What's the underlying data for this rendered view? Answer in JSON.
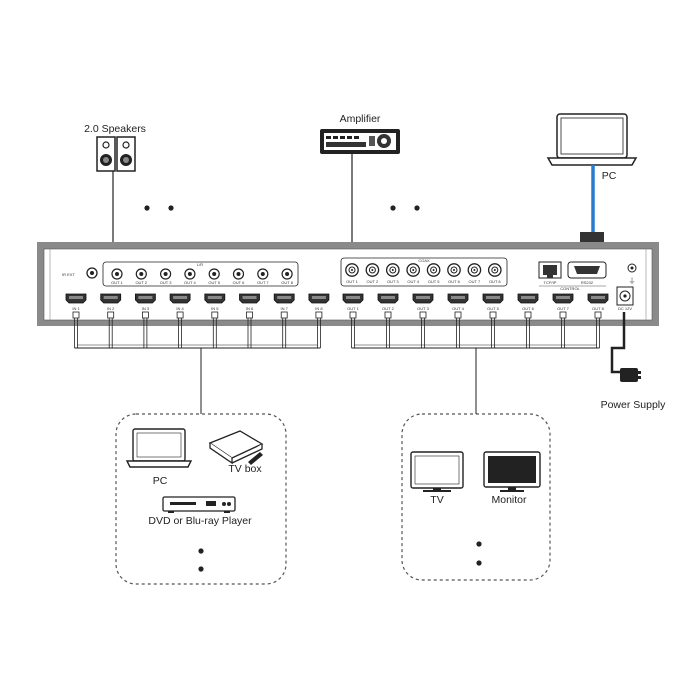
{
  "labels": {
    "speakers": "2.0 Speakers",
    "amplifier": "Amplifier",
    "pc_top": "PC",
    "power_supply": "Power Supply",
    "source_pc": "PC",
    "tv_box": "TV box",
    "player": "DVD or Blu-ray Player",
    "tv": "TV",
    "monitor": "Monitor"
  },
  "panel": {
    "ir_ext": "IR EXT",
    "lr_group": "L/R",
    "coax_group": "COAX",
    "tcp_ip": "TCP/IP",
    "rs232": "RS232",
    "control": "CONTROL",
    "dc": "DC 12V",
    "lr_outputs": [
      "OUT 1",
      "OUT 2",
      "OUT 3",
      "OUT 4",
      "OUT 5",
      "OUT 6",
      "OUT 7",
      "OUT 8"
    ],
    "coax_outputs": [
      "OUT 1",
      "OUT 2",
      "OUT 3",
      "OUT 4",
      "OUT 5",
      "OUT 6",
      "OUT 7",
      "OUT 8"
    ],
    "hdmi_inputs": [
      "IN 1",
      "IN 2",
      "IN 3",
      "IN 4",
      "IN 5",
      "IN 6",
      "IN 7",
      "IN 8"
    ],
    "hdmi_outputs": [
      "OUT 1",
      "OUT 2",
      "OUT 3",
      "OUT 4",
      "OUT 5",
      "OUT 6",
      "OUT 7",
      "OUT 8"
    ]
  },
  "colors": {
    "panel_frame": "#8a8a8a",
    "panel_face": "#ffffff",
    "line": "#222222",
    "rs232_cable": "#2a7bd0",
    "dashed_border": "#555555"
  }
}
